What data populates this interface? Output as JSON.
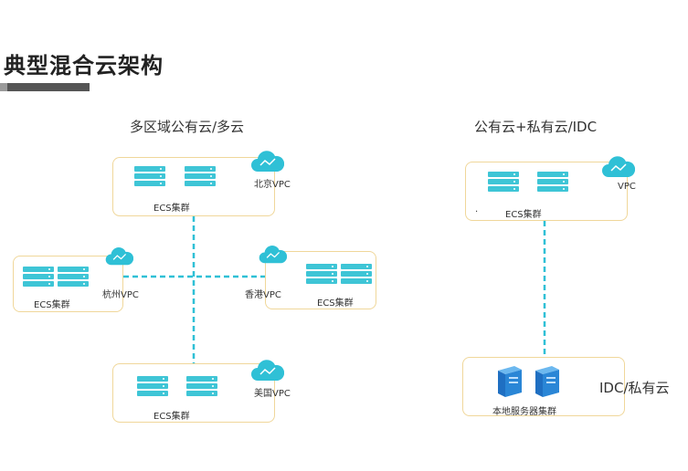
{
  "page": {
    "title": "典型混合云架构"
  },
  "left_section": {
    "title": "多区域公有云/多云",
    "regions": [
      {
        "id": "beijing",
        "cluster_label": "ECS集群",
        "vpc_label": "北京VPC"
      },
      {
        "id": "hangzhou",
        "cluster_label": "ECS集群",
        "vpc_label": "杭州VPC"
      },
      {
        "id": "hongkong",
        "cluster_label": "ECS集群",
        "vpc_label": "香港VPC"
      },
      {
        "id": "usa",
        "cluster_label": "ECS集群",
        "vpc_label": "美国VPC"
      }
    ]
  },
  "right_section": {
    "title": "公有云+私有云/IDC",
    "vpc": {
      "cluster_label": "ECS集群",
      "vpc_label": "VPC",
      "dot": "."
    },
    "idc": {
      "cluster_label": "本地服务器集群",
      "side_label": "IDC/私有云"
    }
  },
  "colors": {
    "accent": "#2fc0d6",
    "box_border": "#f0d79a",
    "server": "#3ec5d6",
    "idc_server": "#2a86d6"
  },
  "icons": {
    "cloud": "cloud-icon",
    "server": "server-rack-icon",
    "physical_server": "physical-server-icon"
  }
}
